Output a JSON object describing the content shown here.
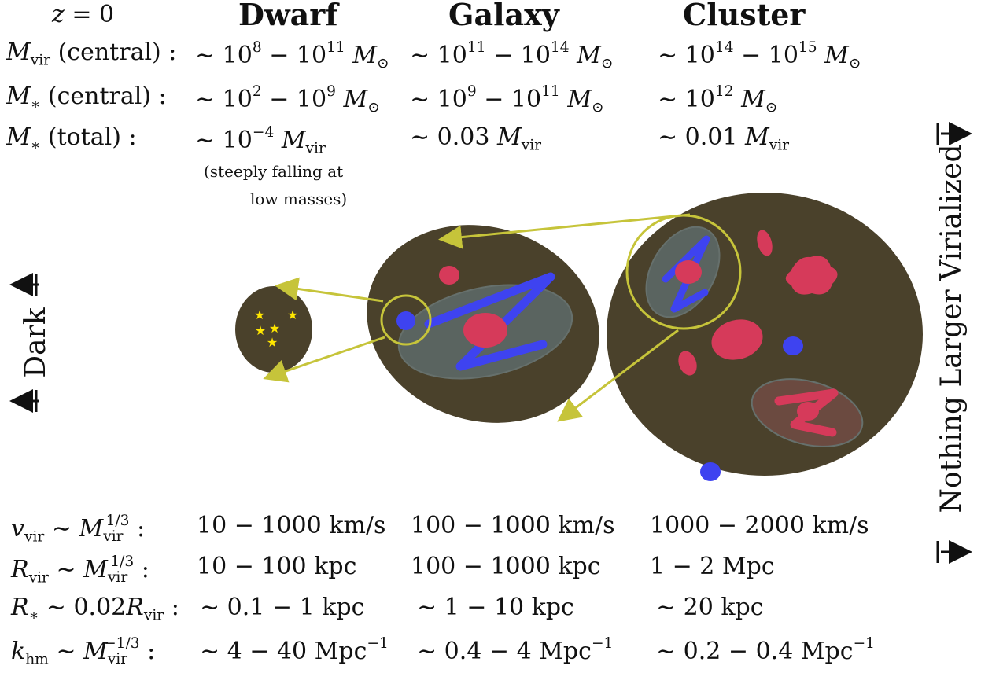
{
  "header": {
    "redshift": "z = 0",
    "columns": [
      "Dwarf",
      "Galaxy",
      "Cluster"
    ]
  },
  "rows_top": [
    {
      "label": "M_vir (central) :",
      "values": [
        "∼ 10^8 − 10^11 M_⊙",
        "∼ 10^11 − 10^14 M_⊙",
        "∼ 10^14 − 10^15 M_⊙"
      ]
    },
    {
      "label": "M_* (central) :",
      "values": [
        "∼ 10^2 − 10^9 M_⊙",
        "∼ 10^9 − 10^11 M_⊙",
        "∼ 10^12 M_⊙"
      ]
    },
    {
      "label": "M_* (total) :",
      "values": [
        "∼ 10^−4 M_vir",
        "∼ 0.03 M_vir",
        "∼ 0.01 M_vir"
      ]
    }
  ],
  "dwarf_note": [
    "(steeply falling at",
    "low masses)"
  ],
  "side_labels": {
    "left": "Dark",
    "right": "Nothing Larger Virialized"
  },
  "rows_bottom": [
    {
      "label": "v_vir ∼ M_vir^1/3 :",
      "values": [
        "10 − 1000 km/s",
        "100 − 1000 km/s",
        "1000 − 2000 km/s"
      ]
    },
    {
      "label": "R_vir ∼ M_vir^1/3 :",
      "values": [
        "10 − 100 kpc",
        "100 − 1000 kpc",
        "1 − 2 Mpc"
      ]
    },
    {
      "label": "R_* ∼ 0.02R_vir :",
      "values": [
        "∼ 0.1 − 1 kpc",
        "∼ 1 − 10 kpc",
        "∼ 20 kpc"
      ]
    },
    {
      "label": "k_hm ∼ M_vir^−1/3 :",
      "values": [
        "∼ 4 − 40 Mpc^−1",
        "∼ 0.4 − 4 Mpc^−1",
        "∼ 0.2 − 0.4 Mpc^−1"
      ]
    }
  ],
  "colors": {
    "halo": "#4a412b",
    "disk": "#5a6460",
    "red_disk": "#6b4a40",
    "red": "#d63a5a",
    "blue": "#3e43f0",
    "zoom": "#c6c43a",
    "star": "#ffe600"
  }
}
